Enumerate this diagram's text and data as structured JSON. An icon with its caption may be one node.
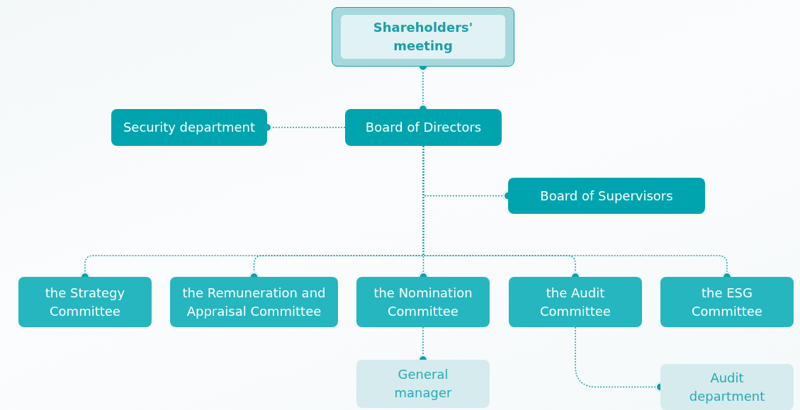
{
  "diagram": {
    "nodes": [
      {
        "text": [
          "Shareholders' meeting"
        ]
      },
      {
        "text": [
          "Security department"
        ]
      },
      {
        "text": [
          "Board of Directors"
        ]
      },
      {
        "text": [
          "Board of Supervisors"
        ]
      },
      {
        "text": [
          "the Strategy Committee"
        ]
      },
      {
        "text": [
          "the Remuneration and Appraisal Committee"
        ]
      },
      {
        "text": [
          "the Nomination Committee"
        ]
      },
      {
        "text": [
          "the Audit Committee"
        ]
      },
      {
        "text": [
          "the ESG Committee"
        ]
      },
      {
        "text": [
          "General manager"
        ]
      },
      {
        "text": [
          "Audit department"
        ]
      }
    ],
    "edges": [
      {
        "from": 0,
        "to": 2,
        "arrow": "other",
        "style": "dashed"
      },
      {
        "from": 2,
        "to": 1,
        "arrow": "other",
        "style": "dashed"
      },
      {
        "from": 2,
        "to": 3,
        "arrow": "other",
        "style": "dashed"
      },
      {
        "from": 2,
        "to": 4,
        "arrow": "other",
        "style": "dashed"
      },
      {
        "from": 2,
        "to": 5,
        "arrow": "other",
        "style": "dashed"
      },
      {
        "from": 2,
        "to": 6,
        "arrow": "other",
        "style": "dashed"
      },
      {
        "from": 2,
        "to": 7,
        "arrow": "other",
        "style": "dashed"
      },
      {
        "from": 2,
        "to": 8,
        "arrow": "other",
        "style": "dashed"
      },
      {
        "from": 6,
        "to": 9,
        "arrow": "other",
        "style": "dashed"
      },
      {
        "from": 7,
        "to": 10,
        "arrow": "other",
        "style": "dashed"
      }
    ]
  }
}
